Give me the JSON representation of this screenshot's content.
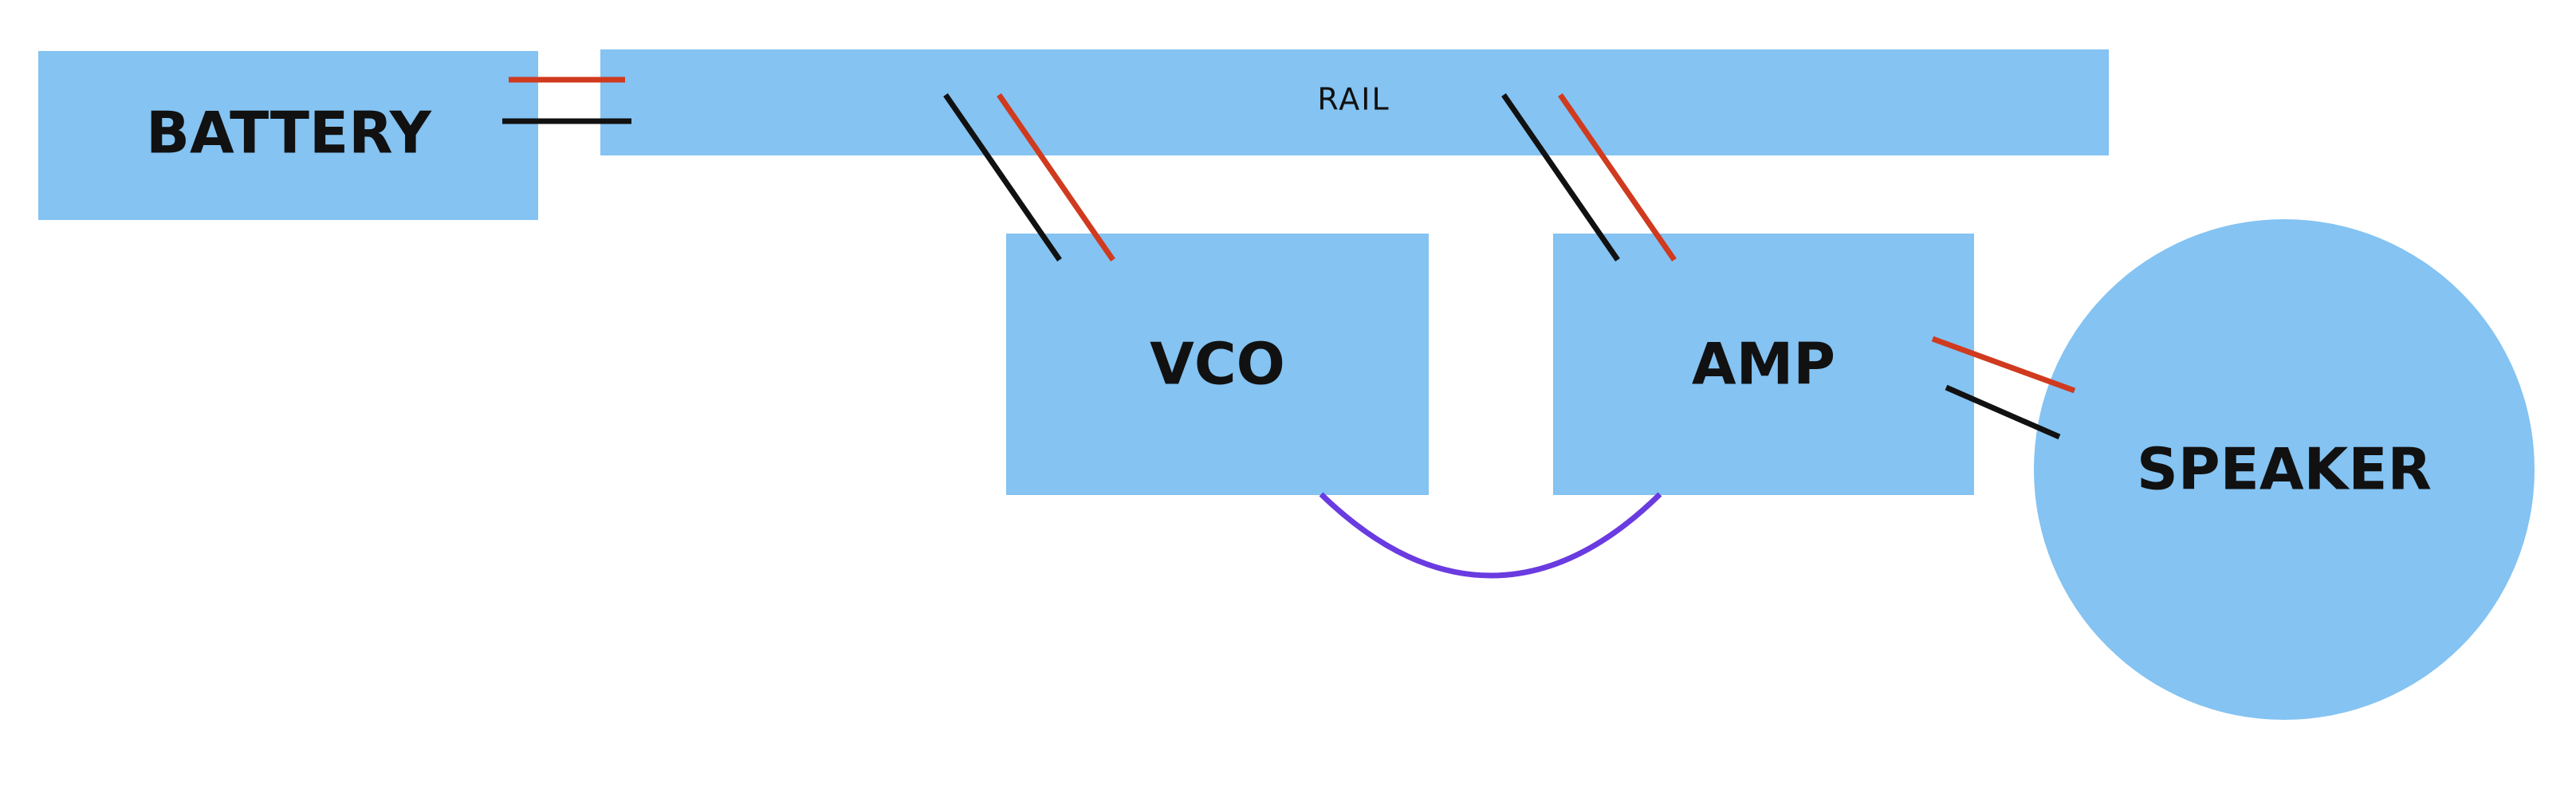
{
  "nodes": {
    "battery": "BATTERY",
    "rail": "RAIL",
    "vco": "VCO",
    "amp": "AMP",
    "speaker": "SPEAKER"
  },
  "colors": {
    "node_fill": "#84C3F2",
    "positive_wire": "#D03A1E",
    "ground_wire": "#111111",
    "signal_wire": "#6A3BE0",
    "label_text": "#111111",
    "background": "#FFFFFF"
  },
  "connections": [
    {
      "from": "battery",
      "to": "rail",
      "wires": [
        "positive",
        "ground"
      ]
    },
    {
      "from": "rail",
      "to": "vco",
      "wires": [
        "positive",
        "ground"
      ]
    },
    {
      "from": "rail",
      "to": "amp",
      "wires": [
        "positive",
        "ground"
      ]
    },
    {
      "from": "amp",
      "to": "speaker",
      "wires": [
        "positive",
        "ground"
      ]
    },
    {
      "from": "vco",
      "to": "amp",
      "wires": [
        "signal"
      ]
    }
  ]
}
